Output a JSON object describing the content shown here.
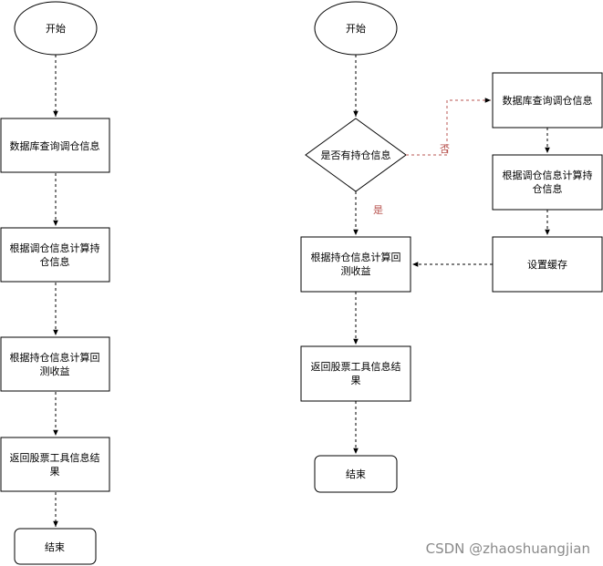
{
  "left_flow": {
    "start": "开始",
    "step1": "数据库查询调仓信息",
    "step2_line1": "根据调仓信息计算持",
    "step2_line2": "仓信息",
    "step3_line1": "根据持仓信息计算回",
    "step3_line2": "测收益",
    "step4_line1": "返回股票工具信息结",
    "step4_line2": "果",
    "end": "结束"
  },
  "right_flow": {
    "start": "开始",
    "decision": "是否有持仓信息",
    "no_label": "否",
    "yes_label": "是",
    "query": "数据库查询调仓信息",
    "compute_line1": "根据调仓信息计算持",
    "compute_line2": "仓信息",
    "cache": "设置缓存",
    "calc_line1": "根据持仓信息计算回",
    "calc_line2": "测收益",
    "return_line1": "返回股票工具信息结",
    "return_line2": "果",
    "end": "结束"
  },
  "watermark": "CSDN @zhaoshuangjian"
}
